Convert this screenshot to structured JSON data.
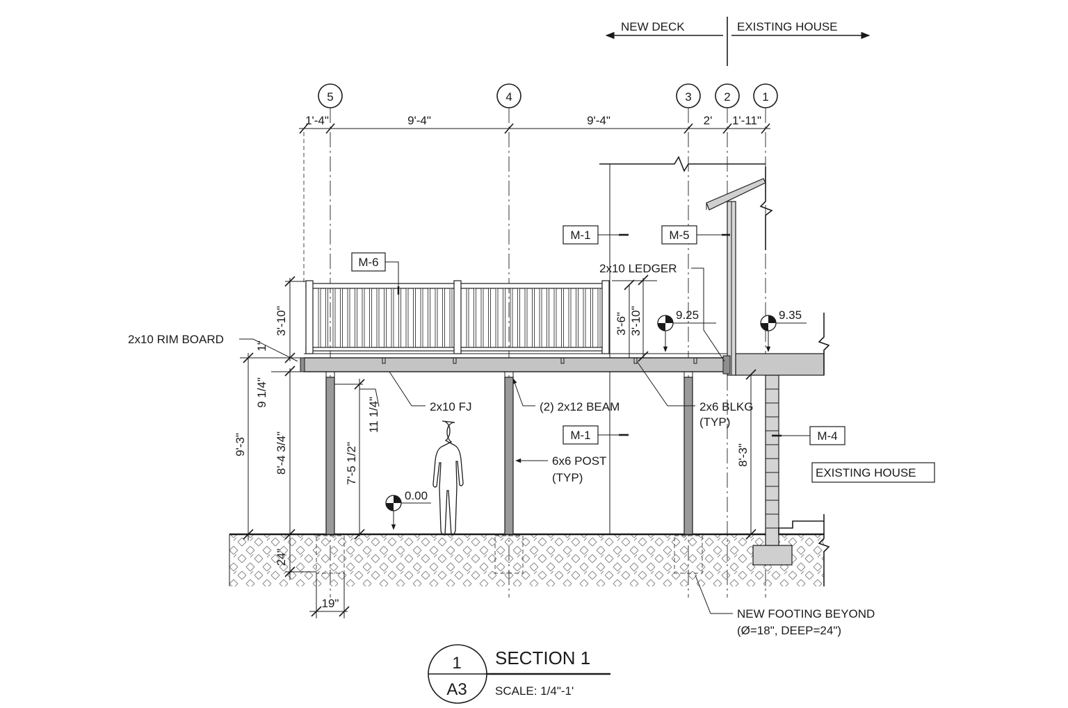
{
  "header": {
    "new_deck": "NEW DECK",
    "existing_house": "EXISTING HOUSE"
  },
  "grid": [
    "5",
    "4",
    "3",
    "2",
    "1"
  ],
  "top_dims": [
    "1'-4\"",
    "9'-4\"",
    "9'-4\"",
    "2'",
    "1'-11\""
  ],
  "vertical_dims": {
    "rail_left": "3'-10\"",
    "rim_gap": "1\"",
    "rim_depth": "9 1/4\"",
    "overall": "9'-3\"",
    "post_total": "8'-4 3/4\"",
    "beam_depth": "11 1/4\"",
    "post_clear": "7'-5 1/2\"",
    "rail_right_a": "3'-6\"",
    "rail_right_b": "3'-10\"",
    "house_height": "8'-3\"",
    "footing_depth": "24\"",
    "footing_width": "19\""
  },
  "elevations": {
    "grade": "0.00",
    "deck": "9.25",
    "house": "9.35"
  },
  "tags": [
    "M-6",
    "M-1",
    "M-5",
    "M-1",
    "M-4"
  ],
  "callouts": {
    "rim_board": "2x10 RIM BOARD",
    "ledger": "2x10 LEDGER",
    "floor_joist": "2x10 FJ",
    "beam": "(2) 2x12 BEAM",
    "blocking_1": "2x6 BLKG",
    "blocking_2": "(TYP)",
    "post_1": "6x6 POST",
    "post_2": "(TYP)",
    "existing_house": "EXISTING HOUSE",
    "footing_1": "NEW FOOTING BEYOND",
    "footing_2": "(Ø=18\", DEEP=24\")"
  },
  "title_block": {
    "number": "1",
    "sheet": "A3",
    "title": "SECTION 1",
    "scale": "SCALE: 1/4\"-1'"
  }
}
